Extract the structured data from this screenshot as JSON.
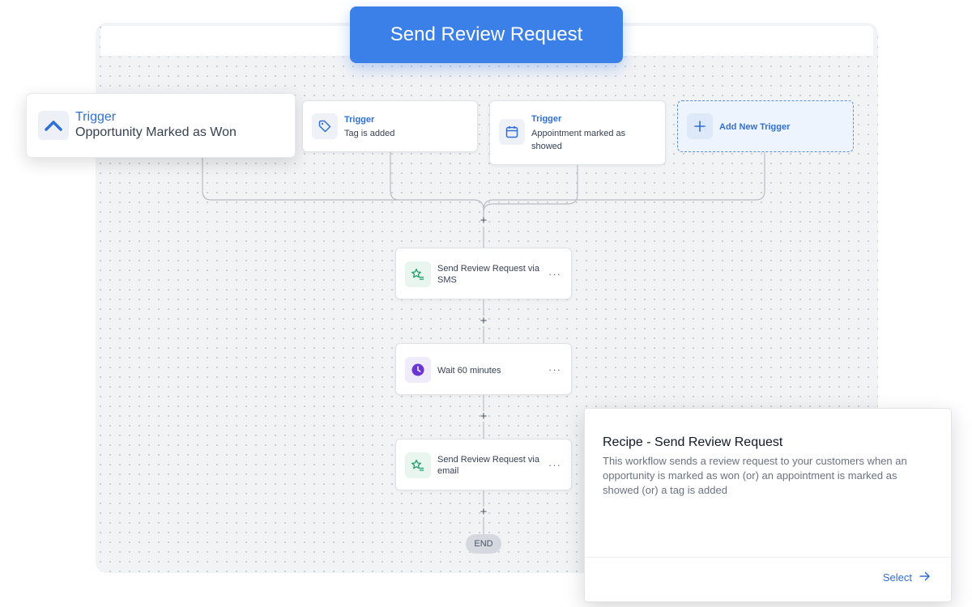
{
  "banner": {
    "title": "Send Review Request"
  },
  "triggers": [
    {
      "kind": "Trigger",
      "text": "Opportunity Marked as Won",
      "icon": "chevron-up-icon"
    },
    {
      "kind": "Trigger",
      "text": "Tag is added",
      "icon": "tag-icon"
    },
    {
      "kind": "Trigger",
      "text_line1": "Appointment marked as",
      "text_line2": "showed",
      "icon": "calendar-icon"
    }
  ],
  "add_trigger": {
    "label": "Add New Trigger",
    "icon": "plus-icon"
  },
  "actions": [
    {
      "line1": "Send Review Request via",
      "line2": "SMS",
      "icon": "star-list-icon"
    },
    {
      "line1": "Wait 60 minutes",
      "icon": "clock-icon"
    },
    {
      "line1": "Send Review Request via",
      "line2": "email",
      "icon": "star-list-icon"
    }
  ],
  "menu_glyph": "···",
  "plus_glyph": "+",
  "end_label": "END",
  "recipe": {
    "title": "Recipe - Send Review Request",
    "description": "This workflow sends a review request to your customers when an opportunity is marked as won (or) an appointment is marked as showed (or) a tag is added",
    "select_label": "Select"
  },
  "colors": {
    "accent": "#3b7fe8",
    "link": "#2f6fd8",
    "action_icon_green": "#1f9d6b",
    "wait_icon_purple": "#6b35d6"
  }
}
